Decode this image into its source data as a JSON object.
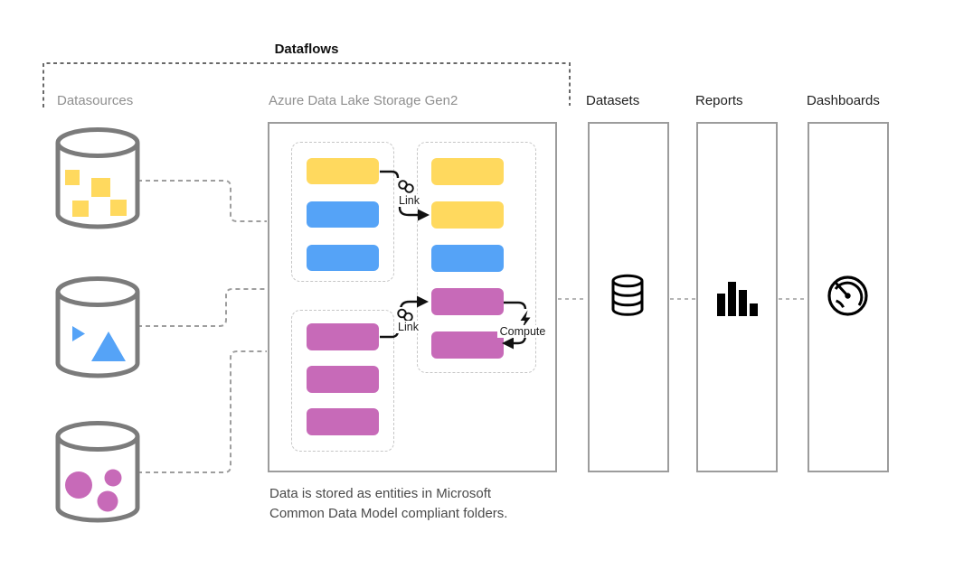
{
  "title": "Dataflows",
  "colors": {
    "yellow": "#FFD95E",
    "blue": "#55A3F7",
    "pink": "#C76AB8",
    "cylinder_outline": "#7b7b7b",
    "box_border": "#9c9c9c",
    "dashed_group_border": "#c6c6c6",
    "connector_gray": "#9e9e9e",
    "annotation_black": "#1a1a1a",
    "muted_label_gray": "#8f8f8f"
  },
  "sections": {
    "datasources": {
      "label": "Datasources"
    },
    "adls": {
      "label": "Azure Data Lake Storage Gen2"
    },
    "datasets": {
      "label": "Datasets",
      "icon": "database-icon"
    },
    "reports": {
      "label": "Reports",
      "icon": "bar-chart-icon"
    },
    "dashboards": {
      "label": "Dashboards",
      "icon": "gauge-icon"
    }
  },
  "datasources": [
    {
      "name": "datasource-1",
      "shape": "squares",
      "color": "yellow",
      "count": 4
    },
    {
      "name": "datasource-2",
      "shape": "triangles",
      "color": "blue",
      "count": 2
    },
    {
      "name": "datasource-3",
      "shape": "circles",
      "color": "pink",
      "count": 3
    }
  ],
  "adls_groups": [
    {
      "name": "entity-group-1",
      "entities": [
        "yellow",
        "blue",
        "blue"
      ]
    },
    {
      "name": "entity-group-2",
      "entities": [
        "pink",
        "pink",
        "pink"
      ]
    },
    {
      "name": "entity-group-3",
      "entities": [
        "yellow",
        "yellow",
        "blue",
        "pink",
        "pink"
      ]
    }
  ],
  "annotations": {
    "link": "Link",
    "compute": "Compute"
  },
  "icons": {
    "link": "chain-link-icon",
    "compute": "lightning-bolt-icon",
    "datasets": "database-icon",
    "reports": "bar-chart-icon",
    "dashboards": "gauge-icon"
  },
  "caption": {
    "line1": "Data is stored as entities in Microsoft",
    "line2": "Common Data Model compliant folders."
  }
}
